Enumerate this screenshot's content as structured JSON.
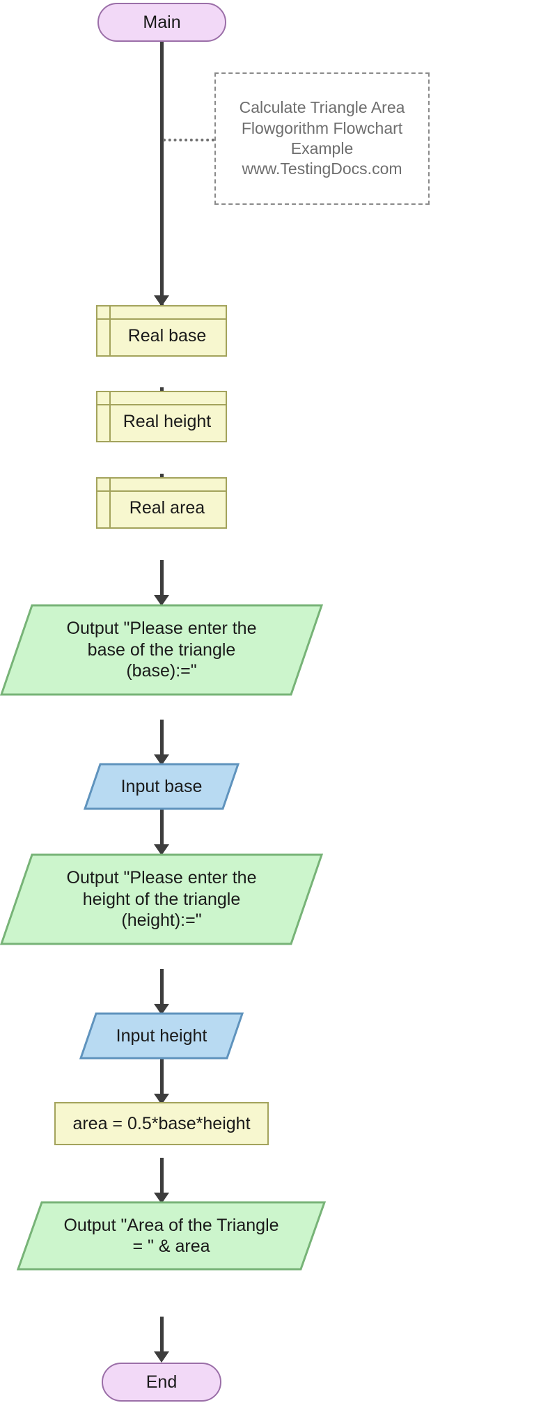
{
  "diagram": {
    "title": "Calculate Triangle Area Flowgorithm Flowchart",
    "tool": "Flowgorithm",
    "colors": {
      "terminal_fill": "#f2d9f7",
      "terminal_border": "#9b6fa8",
      "declare_fill": "#f7f7cf",
      "declare_border": "#a3a35c",
      "output_fill": "#ccf5cc",
      "output_border": "#77b377",
      "input_fill": "#b8daf2",
      "input_border": "#5f93bd",
      "connector": "#3d3d3d",
      "comment_text": "#6e6e6e",
      "comment_border": "#8a8a8a",
      "background": "#ffffff"
    }
  },
  "nodes": {
    "start": {
      "label": "Main",
      "shape": "terminal"
    },
    "comment": {
      "text": "Calculate Triangle Area\nFlowgorithm Flowchart Example\nwww.TestingDocs.com",
      "line1": "Calculate Triangle",
      "line2": "Area",
      "line3": "Flowgorithm Flowchart",
      "line4": "Example",
      "line5": "www.TestingDocs.com",
      "shape": "comment"
    },
    "declare_base": {
      "label": "Real base",
      "shape": "declare",
      "type": "Real",
      "variable": "base"
    },
    "declare_height": {
      "label": "Real height",
      "shape": "declare",
      "type": "Real",
      "variable": "height"
    },
    "declare_area": {
      "label": "Real area",
      "shape": "declare",
      "type": "Real",
      "variable": "area"
    },
    "output_prompt_base": {
      "label": "Output \"Please enter the\nbase of the triangle\n(base):=\"",
      "shape": "output"
    },
    "input_base": {
      "label": "Input base",
      "shape": "input"
    },
    "output_prompt_height": {
      "label": "Output \"Please enter the\nheight of the triangle\n(height):=\"",
      "shape": "output"
    },
    "input_height": {
      "label": "Input height",
      "shape": "input"
    },
    "assign_area": {
      "label": "area = 0.5*base*height",
      "shape": "assignment"
    },
    "output_result": {
      "label": "Output \"Area of the Triangle\n= \" & area",
      "shape": "output"
    },
    "end": {
      "label": "End",
      "shape": "terminal"
    }
  },
  "flow": [
    "start",
    "declare_base",
    "declare_height",
    "declare_area",
    "output_prompt_base",
    "input_base",
    "output_prompt_height",
    "input_height",
    "assign_area",
    "output_result",
    "end"
  ]
}
